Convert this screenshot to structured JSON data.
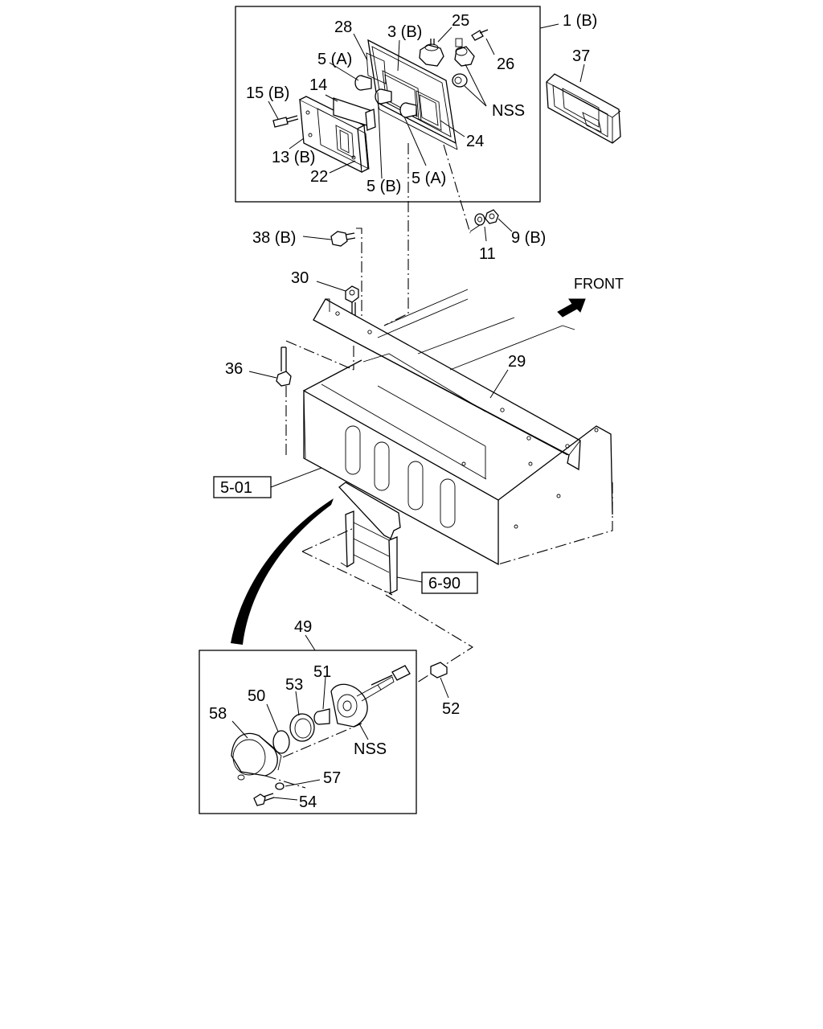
{
  "direction_label": "FRONT",
  "reference_boxes": [
    "5-01",
    "6-90"
  ],
  "callouts": {
    "p1b": "1 (B)",
    "p37": "37",
    "p28": "28",
    "p3b": "3 (B)",
    "p25": "25",
    "p26": "26",
    "p5a_top": "5 (A)",
    "p14": "14",
    "p15b": "15 (B)",
    "nss_top": "NSS",
    "p24": "24",
    "p13b": "13 (B)",
    "p22": "22",
    "p5b": "5 (B)",
    "p5a_bot": "5 (A)",
    "p38b": "38 (B)",
    "p9b": "9 (B)",
    "p11": "11",
    "p30": "30",
    "p36": "36",
    "p29": "29",
    "p49": "49",
    "p51": "51",
    "p53": "53",
    "p50": "50",
    "p58": "58",
    "nss_bot": "NSS",
    "p52": "52",
    "p57": "57",
    "p54": "54"
  }
}
